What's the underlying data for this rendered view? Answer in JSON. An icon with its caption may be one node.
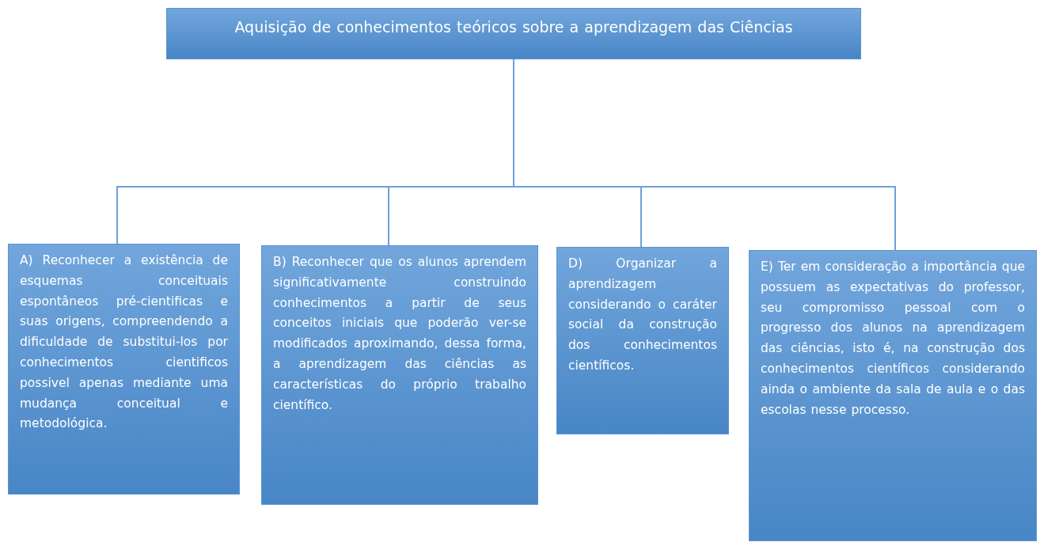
{
  "diagram": {
    "nodes": [
      {
        "text": [
          "Aquisição de conhecimentos teóricos sobre a aprendizagem das Ciências"
        ]
      },
      {
        "text": [
          "A) Reconhecer a existência de esquemas conceituais espontâneos pré-cientificas e suas origens, compreendendo a dificuldade de substitui-los por conhecimentos cientificos possivel apenas mediante uma mudança conceitual e metodológica."
        ]
      },
      {
        "text": [
          "B) Reconhecer que os alunos aprendem significativamente construindo conhecimentos a partir de seus conceitos iniciais que poderão ver-se modificados aproximando, dessa forma, a aprendizagem das ciências as características do próprio trabalho científico."
        ]
      },
      {
        "text": [
          "D) Organizar a aprendizagem considerando o caráter social da construção dos conhecimentos científicos."
        ]
      },
      {
        "text": [
          "E) Ter em consideração a importância que possuem as expectativas do professor, seu compromisso pessoal com o progresso dos alunos na aprendizagem das ciências, isto é, na construção dos conhecimentos científicos considerando ainda o ambiente da sala de aula e o das escolas nesse processo."
        ]
      }
    ],
    "edges": [
      {
        "from": 0,
        "to": 1,
        "arrow": "none"
      },
      {
        "from": 0,
        "to": 2,
        "arrow": "none"
      },
      {
        "from": 0,
        "to": 3,
        "arrow": "none"
      },
      {
        "from": 0,
        "to": 4,
        "arrow": "none"
      }
    ]
  }
}
